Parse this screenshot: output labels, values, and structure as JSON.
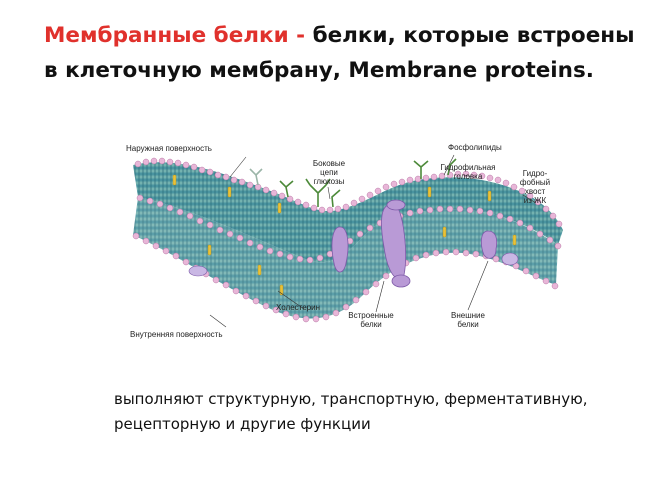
{
  "title": {
    "term": "Мембранные белки -",
    "definition": " белки, которые встроены в клеточную мембрану, Membrane proteins."
  },
  "diagram": {
    "labels": {
      "outer_surface": "Наружная поверхность",
      "side_chains_1": "Боковые",
      "side_chains_2": "цепи",
      "side_chains_3": "глюкозы",
      "phospholipids": "Фосфолипиды",
      "hydrophilic_1": "Гидрофильная",
      "hydrophilic_2": "головка",
      "hydrophobic_1": "Гидро-",
      "hydrophobic_2": "фобный",
      "hydrophobic_3": "хвост",
      "hydrophobic_4": "из ЖК",
      "cholesterol": "Холестерин",
      "integral_1": "Встроенные",
      "integral_2": "белки",
      "peripheral_1": "Внешние",
      "peripheral_2": "белки",
      "inner_surface": "Внутренняя поверхность"
    },
    "colors": {
      "head": "#e8b6d8",
      "tail": "#4f9aa8",
      "protein": "#b99ad6",
      "glycan": "#4d8a3a",
      "cholesterol": "#e8c23a"
    }
  },
  "description": "выполняют структурную, транспортную, ферментативную, рецепторную и другие функции"
}
